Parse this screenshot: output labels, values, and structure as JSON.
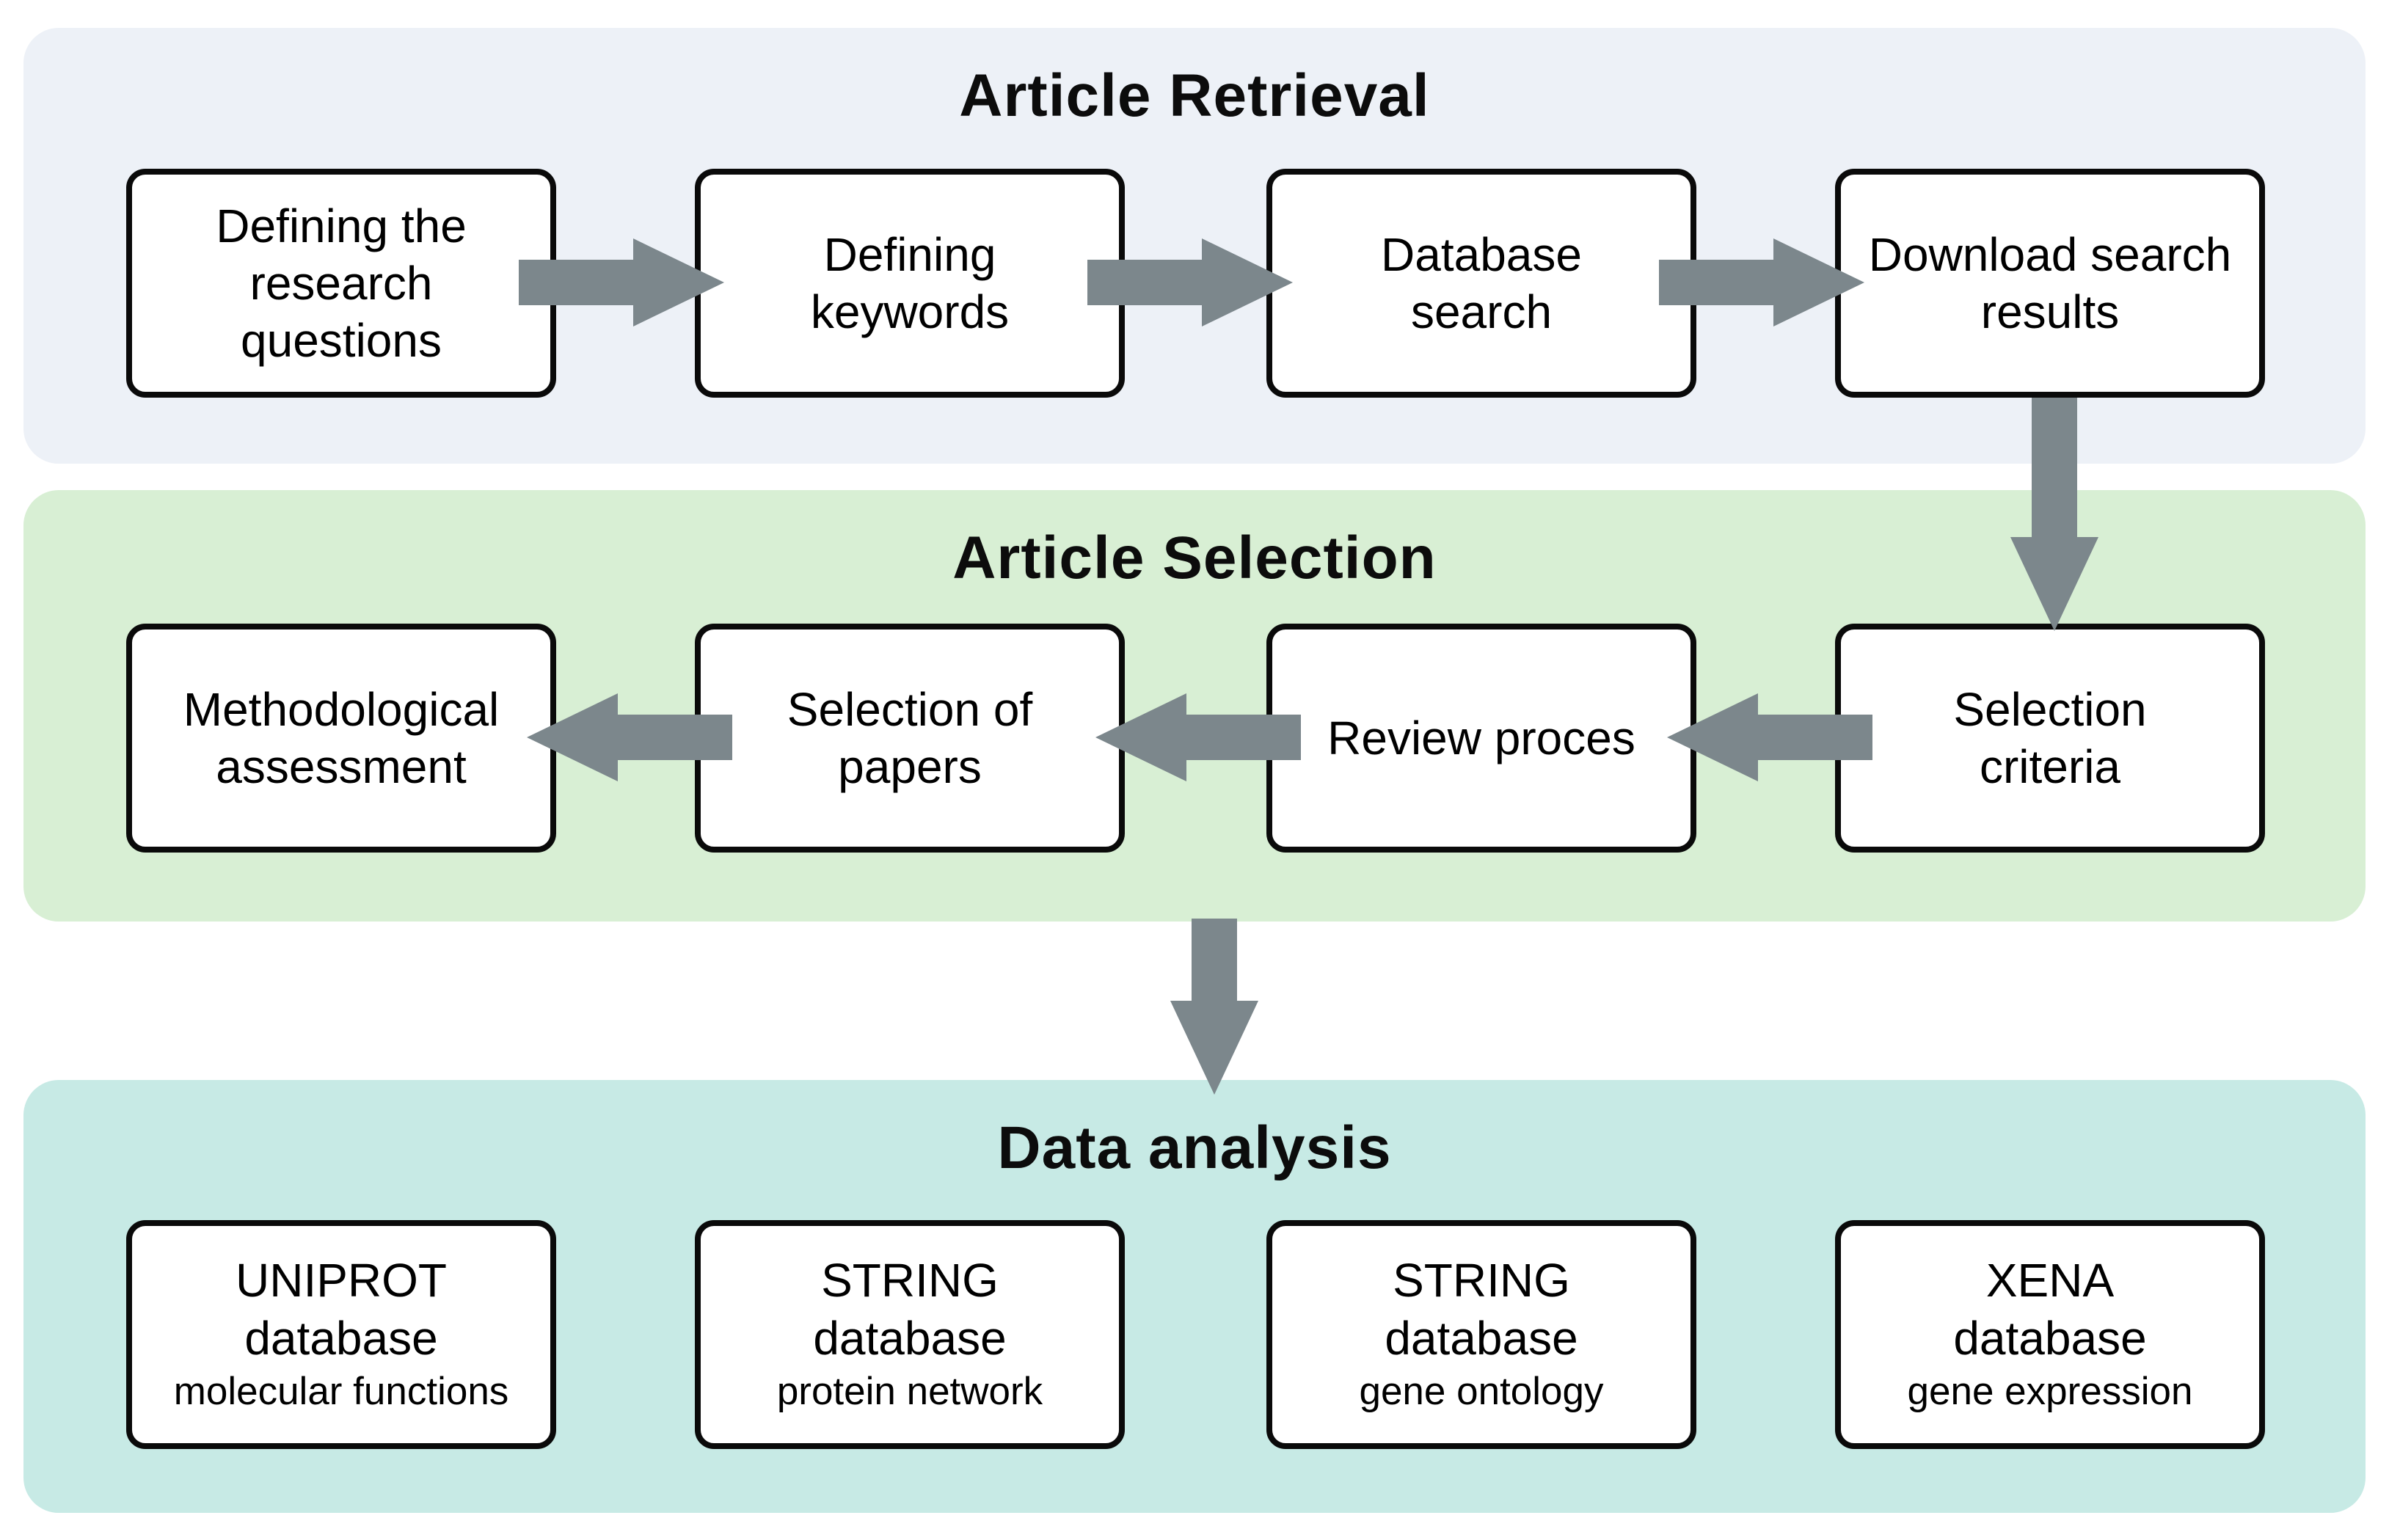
{
  "figure": {
    "type": "flowchart",
    "description": "Three-stage literature review workflow diagram"
  },
  "colors": {
    "panel_retrieval_bg": "#edf1f7",
    "panel_selection_bg": "#d8efd4",
    "panel_analysis_bg": "#c7eae5",
    "arrow": "#7c878c",
    "box_border": "#0a0a0a",
    "box_bg": "#ffffff",
    "text": "#000000"
  },
  "sections": [
    {
      "title": "Article Retrieval",
      "boxes": [
        {
          "text": "Defining the\nresearch\nquestions"
        },
        {
          "text": "Defining\nkeywords"
        },
        {
          "text": "Database\nsearch"
        },
        {
          "text": "Download search\nresults"
        }
      ]
    },
    {
      "title": "Article Selection",
      "boxes": [
        {
          "text": "Methodological\nassessment"
        },
        {
          "text": "Selection of\npapers"
        },
        {
          "text": "Review proces"
        },
        {
          "text": "Selection\ncriteria"
        }
      ]
    },
    {
      "title": "Data analysis",
      "boxes": [
        {
          "text": "UNIPROT\ndatabase",
          "subtext": "molecular functions"
        },
        {
          "text": "STRING\ndatabase",
          "subtext": "protein network"
        },
        {
          "text": "STRING\ndatabase",
          "subtext": "gene ontology"
        },
        {
          "text": "XENA\ndatabase",
          "subtext": "gene expression"
        }
      ]
    }
  ],
  "arrows": [
    {
      "direction": "right",
      "from": "Defining the research questions",
      "to": "Defining keywords"
    },
    {
      "direction": "right",
      "from": "Defining keywords",
      "to": "Database search"
    },
    {
      "direction": "right",
      "from": "Database search",
      "to": "Download search results"
    },
    {
      "direction": "down",
      "from": "Download search results",
      "to": "Selection criteria"
    },
    {
      "direction": "left",
      "from": "Selection criteria",
      "to": "Review proces"
    },
    {
      "direction": "left",
      "from": "Review proces",
      "to": "Selection of papers"
    },
    {
      "direction": "left",
      "from": "Selection of papers",
      "to": "Methodological assessment"
    },
    {
      "direction": "down",
      "from": "Article Selection",
      "to": "Data analysis"
    }
  ]
}
